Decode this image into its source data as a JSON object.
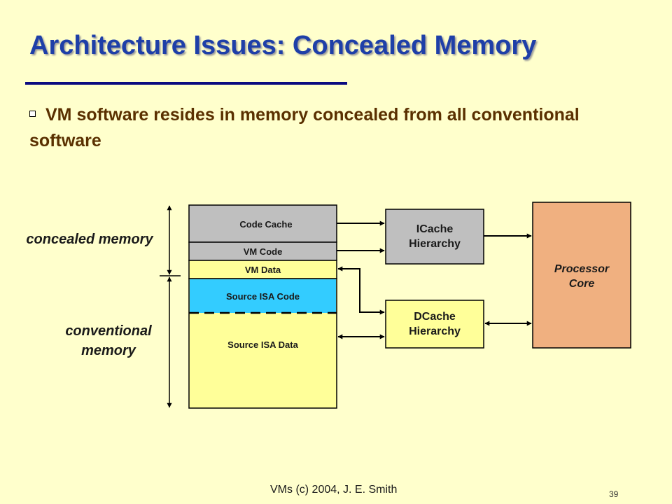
{
  "slide": {
    "title": "Architecture Issues: Concealed Memory",
    "bullet": "VM software resides in memory concealed from all conventional software",
    "footer": "VMs (c) 2004, J. E. Smith",
    "page_number": "39"
  },
  "diagram": {
    "labels": {
      "concealed": "concealed memory",
      "conventional": "conventional memory"
    },
    "memory_blocks": {
      "code_cache": "Code Cache",
      "vm_code": "VM Code",
      "vm_data": "VM Data",
      "source_isa_code": "Source ISA Code",
      "source_isa_data": "Source ISA Data"
    },
    "icache": "ICache Hierarchy",
    "dcache": "DCache Hierarchy",
    "processor": "Processor Core"
  },
  "colors": {
    "background": "#ffffcc",
    "title": "#1e3fa8",
    "bullet_text": "#5a3000",
    "gray_block": "#bfbfbf",
    "yellow_block": "#ffff99",
    "cyan_block": "#33ccff",
    "processor": "#f0b080"
  }
}
